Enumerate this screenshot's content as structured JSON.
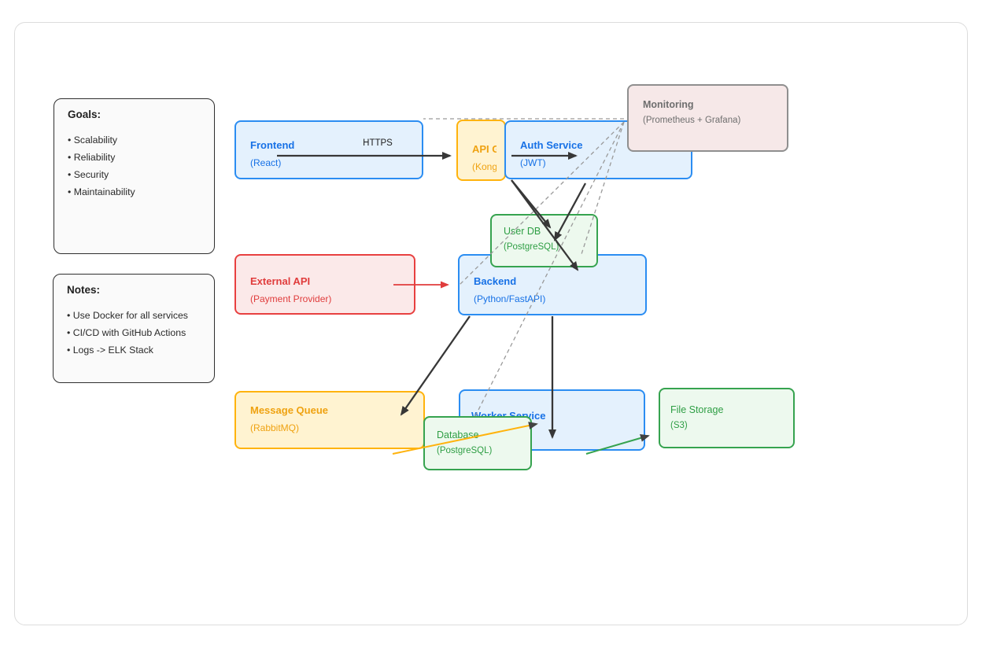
{
  "panels": {
    "goals": {
      "title": "Goals:",
      "items": [
        "• Scalability",
        "• Reliability",
        "• Security",
        "• Maintainability"
      ]
    },
    "notes": {
      "title": "Notes:",
      "items": [
        "• Use Docker for all services",
        "• CI/CD with GitHub Actions",
        "• Logs -> ELK Stack"
      ]
    }
  },
  "nodes": {
    "frontend": {
      "title": "Frontend",
      "subtitle": "(React)",
      "color": "#2b8df2"
    },
    "api_gateway": {
      "title": "API Gateway",
      "subtitle": "(Kong)",
      "color": "#ffb30d"
    },
    "auth_service": {
      "title": "Auth Service",
      "subtitle": "(JWT)",
      "color": "#2b8df2"
    },
    "monitoring": {
      "title": "Monitoring",
      "subtitle": "(Prometheus + Grafana)",
      "color": "#8f8f8f"
    },
    "user_db": {
      "title": "User DB",
      "subtitle": "(PostgreSQL)",
      "color": "#36a34f"
    },
    "backend": {
      "title": "Backend",
      "subtitle": "(Python/FastAPI)",
      "color": "#2b8df2"
    },
    "external_api": {
      "title": "External API",
      "subtitle": "(Payment Provider)",
      "color": "#e84040"
    },
    "message_queue": {
      "title": "Message Queue",
      "subtitle": "(RabbitMQ)",
      "color": "#ffb30d"
    },
    "worker_service": {
      "title": "Worker Service",
      "subtitle": "",
      "color": "#2b8df2"
    },
    "database": {
      "title": "Database",
      "subtitle": "(PostgreSQL)",
      "color": "#36a34f"
    },
    "file_storage": {
      "title": "File Storage",
      "subtitle": "(S3)",
      "color": "#36a34f"
    }
  },
  "edges": {
    "https_label": "HTTPS",
    "list": [
      {
        "from": "frontend",
        "to": "api_gateway",
        "style": "solid",
        "color": "#373737",
        "label": "HTTPS"
      },
      {
        "from": "api_gateway",
        "to": "auth_service",
        "style": "solid",
        "color": "#373737",
        "label": ""
      },
      {
        "from": "api_gateway",
        "to": "user_db",
        "style": "solid",
        "color": "#373737",
        "label": ""
      },
      {
        "from": "api_gateway",
        "to": "backend",
        "style": "solid",
        "color": "#373737",
        "label": ""
      },
      {
        "from": "auth_service",
        "to": "user_db",
        "style": "solid",
        "color": "#373737",
        "label": ""
      },
      {
        "from": "external_api",
        "to": "backend",
        "style": "solid",
        "color": "#e03c3c",
        "label": ""
      },
      {
        "from": "backend",
        "to": "message_queue",
        "style": "solid",
        "color": "#373737",
        "label": ""
      },
      {
        "from": "backend",
        "to": "worker_service",
        "style": "solid",
        "color": "#373737",
        "label": ""
      },
      {
        "from": "message_queue",
        "to": "worker_service",
        "style": "solid",
        "color": "#ffb30d",
        "label": ""
      },
      {
        "from": "worker_service",
        "to": "file_storage",
        "style": "solid",
        "color": "#36a34f",
        "label": ""
      },
      {
        "from": "monitoring",
        "to": "frontend",
        "style": "dashed",
        "color": "#9a9a9a",
        "label": ""
      },
      {
        "from": "monitoring",
        "to": "backend",
        "style": "dashed",
        "color": "#9a9a9a",
        "label": ""
      },
      {
        "from": "monitoring",
        "to": "backend",
        "style": "dashed",
        "color": "#9a9a9a",
        "label": ""
      },
      {
        "from": "monitoring",
        "to": "database",
        "style": "dashed",
        "color": "#9a9a9a",
        "label": ""
      }
    ]
  }
}
